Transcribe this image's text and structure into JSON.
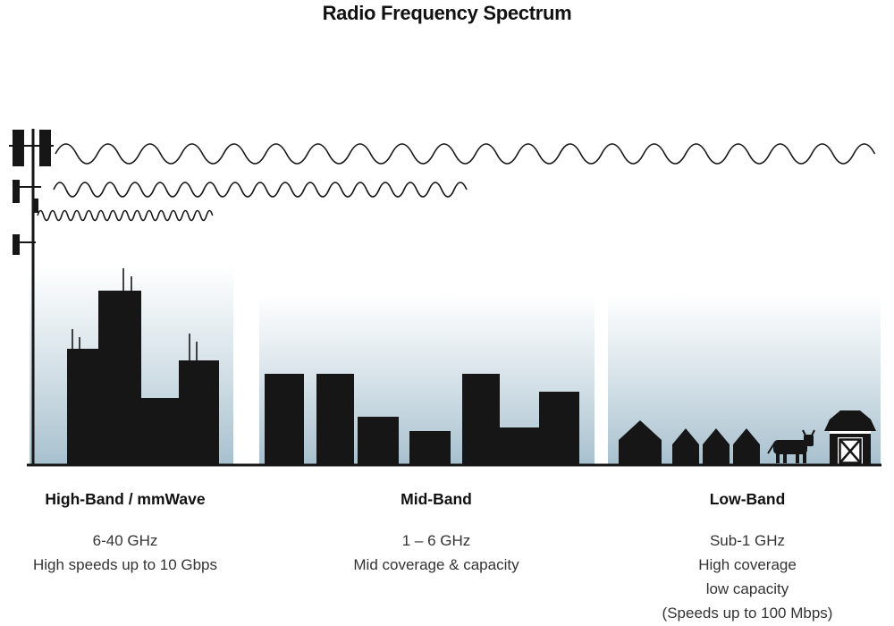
{
  "title": "Radio Frequency Spectrum",
  "bands": [
    {
      "id": "high-band",
      "label": "High-Band / mmWave",
      "lines": [
        "6-40 GHz",
        "High speeds up to 10 Gbps"
      ]
    },
    {
      "id": "mid-band",
      "label": "Mid-Band",
      "lines": [
        "1 – 6 GHz",
        "Mid coverage & capacity"
      ]
    },
    {
      "id": "low-band",
      "label": "Low-Band",
      "lines": [
        "Sub-1 GHz",
        "High coverage",
        "low capacity",
        "(Speeds up to 100 Mbps)"
      ]
    }
  ],
  "colors": {
    "ink": "#161616",
    "body_text": "#333333",
    "sky_bottom": "#adc5d2"
  },
  "icons": [
    "cell-tower-icon",
    "long-wave-icon",
    "medium-wave-icon",
    "short-wave-icon",
    "skyscrapers-icon",
    "mid-buildings-icon",
    "houses-icon",
    "cow-icon",
    "barn-icon"
  ]
}
